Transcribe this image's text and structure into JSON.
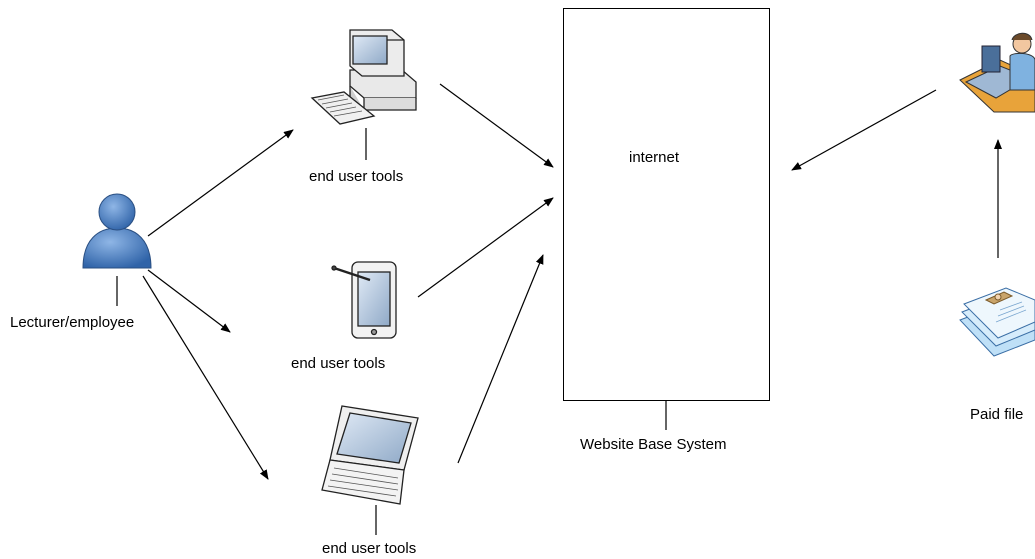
{
  "diagram": {
    "actor": {
      "label": "Lecturer/employee",
      "icon": "user-icon"
    },
    "devices": [
      {
        "label": "end user tools",
        "icon": "desktop-computer-icon"
      },
      {
        "label": "end user tools",
        "icon": "tablet-stylus-icon"
      },
      {
        "label": "end user tools",
        "icon": "laptop-icon"
      }
    ],
    "system": {
      "label": "Website Base System",
      "cloud_label": "internet",
      "cloud_icon": "cloud-icon",
      "database_icon": "database-cylinder-icon"
    },
    "admin": {
      "icon": "admin-workstation-icon"
    },
    "paid_file": {
      "label": "Paid file",
      "icon": "documents-stack-icon"
    },
    "colors": {
      "actor_blue": "#4a7fc0",
      "cloud_dark": "#1e3a66",
      "line": "#000000"
    }
  }
}
